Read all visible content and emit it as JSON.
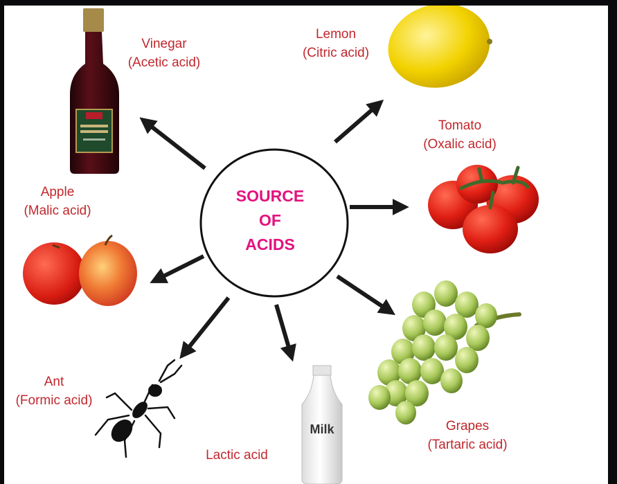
{
  "center": {
    "line1": "SOURCE",
    "line2": "OF",
    "line3": "ACIDS"
  },
  "sources": [
    {
      "name": "Vinegar",
      "acid": "(Acetic acid)"
    },
    {
      "name": "Lemon",
      "acid": "(Citric acid)"
    },
    {
      "name": "Tomato",
      "acid": "(Oxalic acid)"
    },
    {
      "name": "Apple",
      "acid": "(Malic acid)"
    },
    {
      "name": "Ant",
      "acid": "(Formic acid)"
    },
    {
      "name": "",
      "acid": "Lactic acid"
    },
    {
      "name": "Grapes",
      "acid": "(Tartaric acid)"
    }
  ],
  "milk_label": "Milk",
  "colors": {
    "label": "#c1272d",
    "center_text": "#e3127e",
    "arrow": "#1a1a1a"
  }
}
